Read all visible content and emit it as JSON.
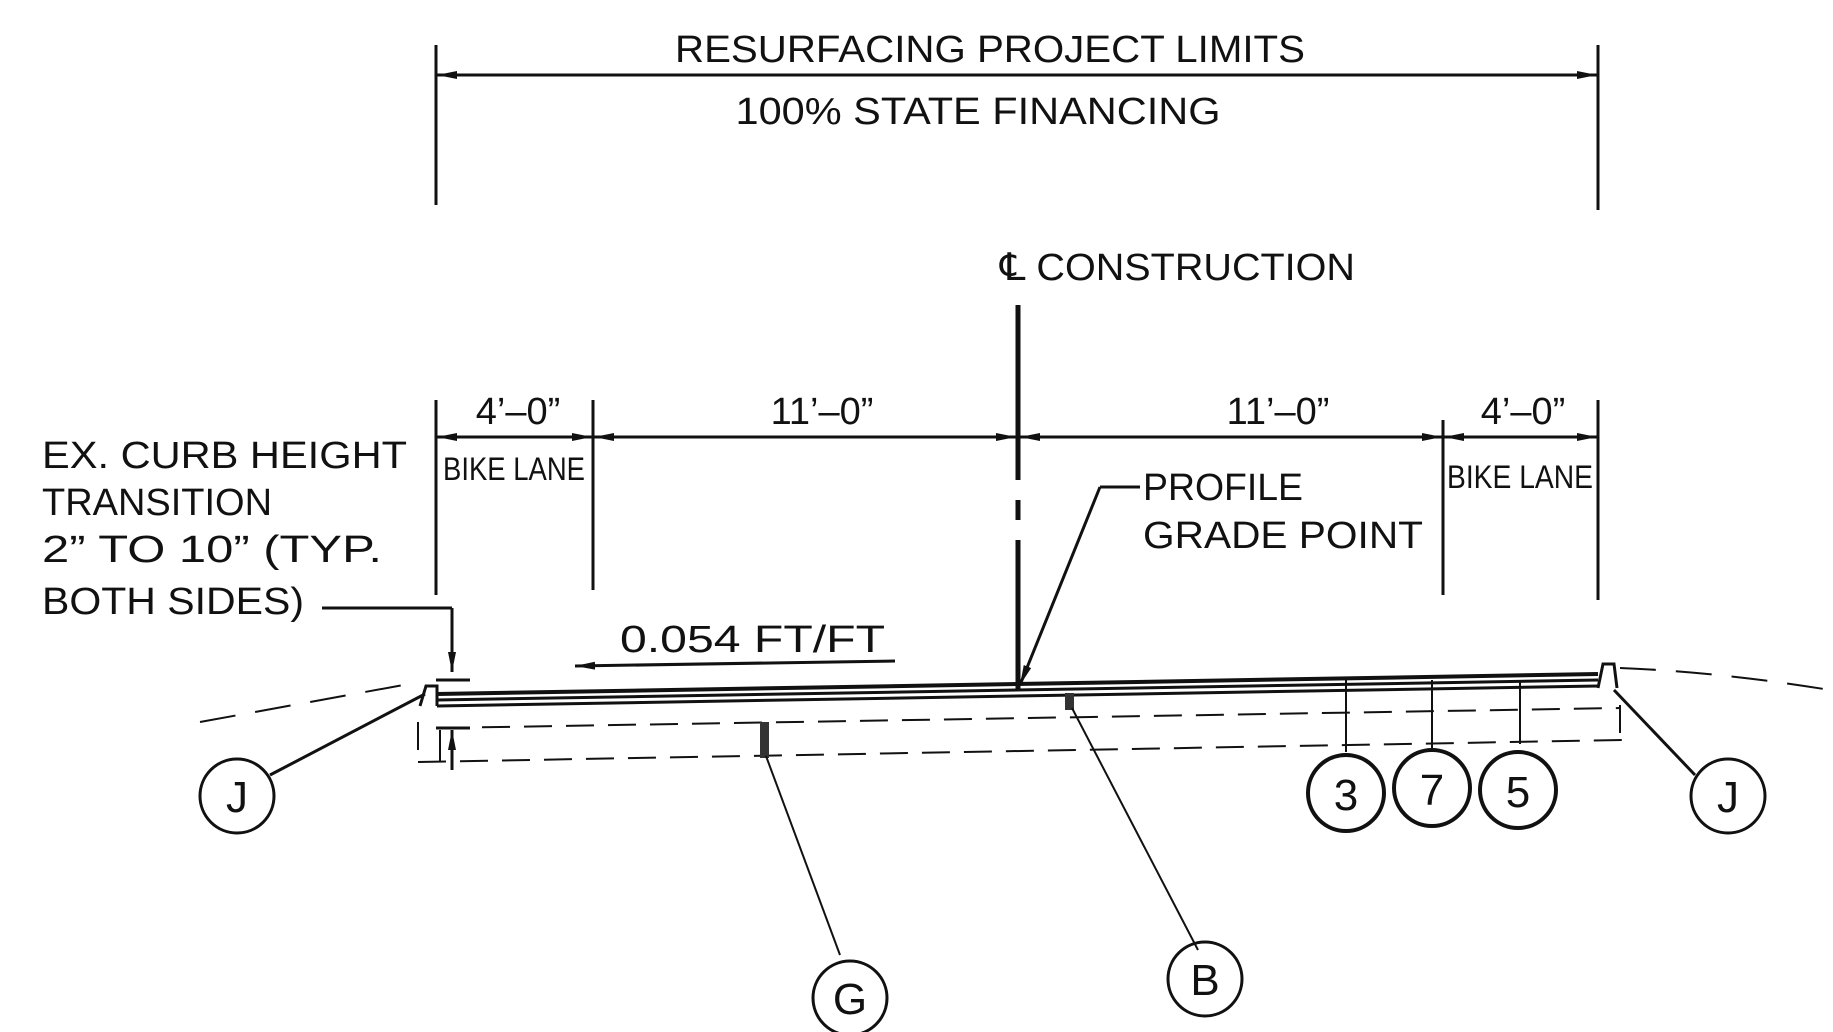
{
  "title": {
    "line1": "RESURFACING PROJECT LIMITS",
    "line2": "100% STATE FINANCING"
  },
  "centerline_label": "℄ CONSTRUCTION",
  "dimensions": {
    "left_bike": "4’–0”",
    "left_lane": "11’–0”",
    "right_lane": "11’–0”",
    "right_bike": "4’–0”"
  },
  "bike_lane_label": "BIKE LANE",
  "curb_note": {
    "line1": "EX. CURB HEIGHT",
    "line2": "TRANSITION",
    "line3": "2” TO 10” (TYP.",
    "line4": "BOTH SIDES)"
  },
  "profile_grade": {
    "line1": "PROFILE",
    "line2": "GRADE POINT"
  },
  "cross_slope": "0.054 FT/FT",
  "callouts": {
    "j_left": "J",
    "j_right": "J",
    "g": "G",
    "b": "B",
    "n3": "3",
    "n7": "7",
    "n5": "5"
  },
  "colors": {
    "ink": "#111111",
    "paper": "#ffffff"
  }
}
